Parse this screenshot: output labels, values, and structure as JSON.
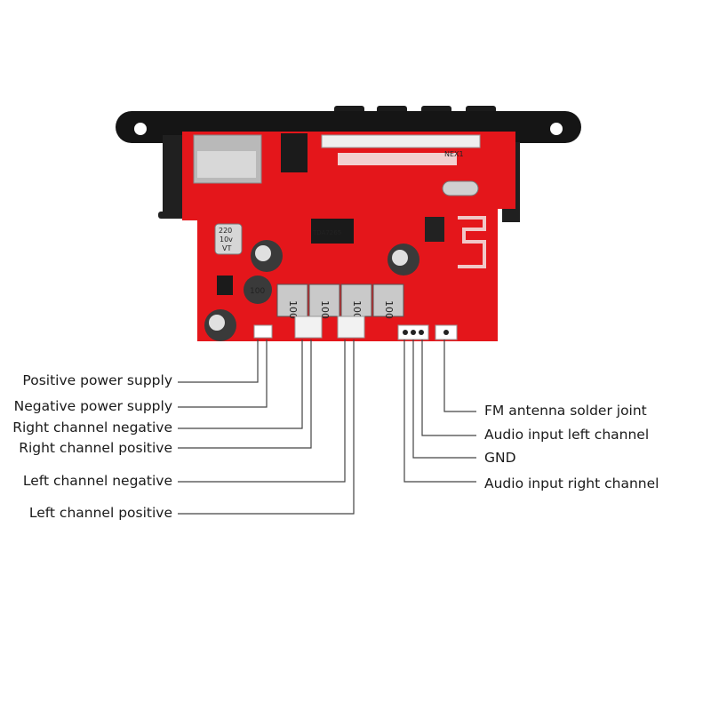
{
  "labels_left": [
    {
      "id": "pos-power",
      "text": "Positive power supply"
    },
    {
      "id": "neg-power",
      "text": "Negative power supply"
    },
    {
      "id": "right-neg",
      "text": "Right channel negative"
    },
    {
      "id": "right-pos",
      "text": "Right channel positive"
    },
    {
      "id": "left-neg",
      "text": "Left channel negative"
    },
    {
      "id": "left-pos",
      "text": "Left channel positive"
    }
  ],
  "labels_right": [
    {
      "id": "fm-antenna",
      "text": "FM antenna solder joint"
    },
    {
      "id": "audio-in-left",
      "text": "Audio input left channel"
    },
    {
      "id": "gnd",
      "text": "GND"
    },
    {
      "id": "audio-in-right",
      "text": "Audio input right channel"
    }
  ],
  "board_marks": {
    "inductor": "100",
    "cap_top_value": "220",
    "cap_mid_value": "10v",
    "cap_bottom_value": "VT",
    "choke": "100",
    "chip_code": "TDA7265",
    "silk_top": "NEX1"
  },
  "colors": {
    "pcb": "#e4161b",
    "panel": "#151515",
    "connector": "#f2f2f2",
    "leader": "#444444"
  }
}
